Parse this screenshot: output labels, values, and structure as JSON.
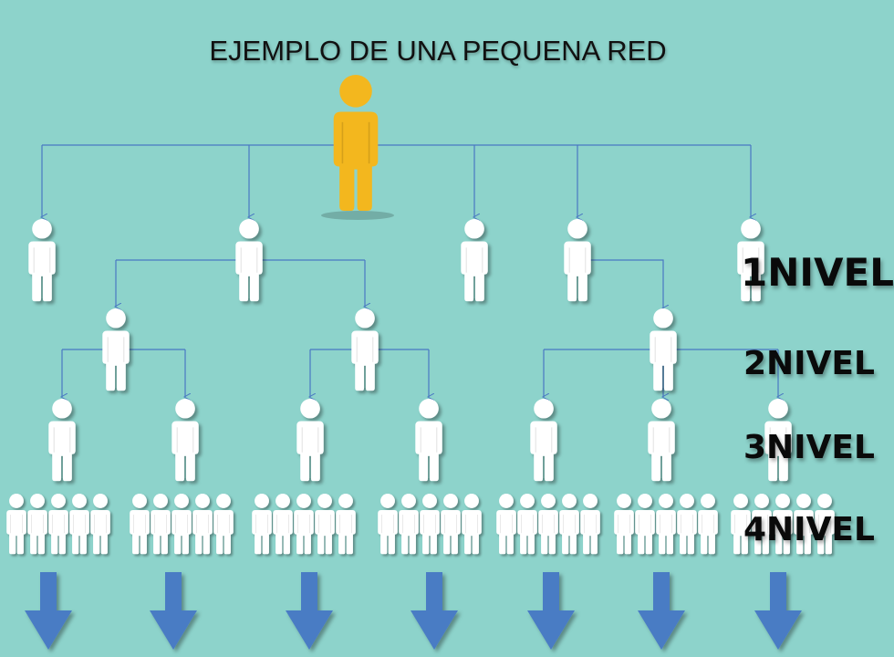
{
  "title": "EJEMPLO DE UNA PEQUENA RED",
  "levels": [
    {
      "label": "1NIVEL"
    },
    {
      "label": "2NIVEL"
    },
    {
      "label": "3NIVEL"
    },
    {
      "label": "4NIVEL"
    }
  ],
  "colors": {
    "background": "#8dd3cb",
    "root_person": "#f3b71e",
    "member_person": "#ffffff",
    "connector": "#4a78c2",
    "down_arrow": "#4a7bc4"
  },
  "icons": {
    "root": "person-icon",
    "member": "person-icon",
    "growth": "down-arrow-icon"
  },
  "network": {
    "root_count": 1,
    "level1_count": 5,
    "level2_count": 3,
    "level3_count": 7,
    "level4_groups": 7,
    "level4_people_per_group": 5,
    "growth_arrows": 7
  }
}
